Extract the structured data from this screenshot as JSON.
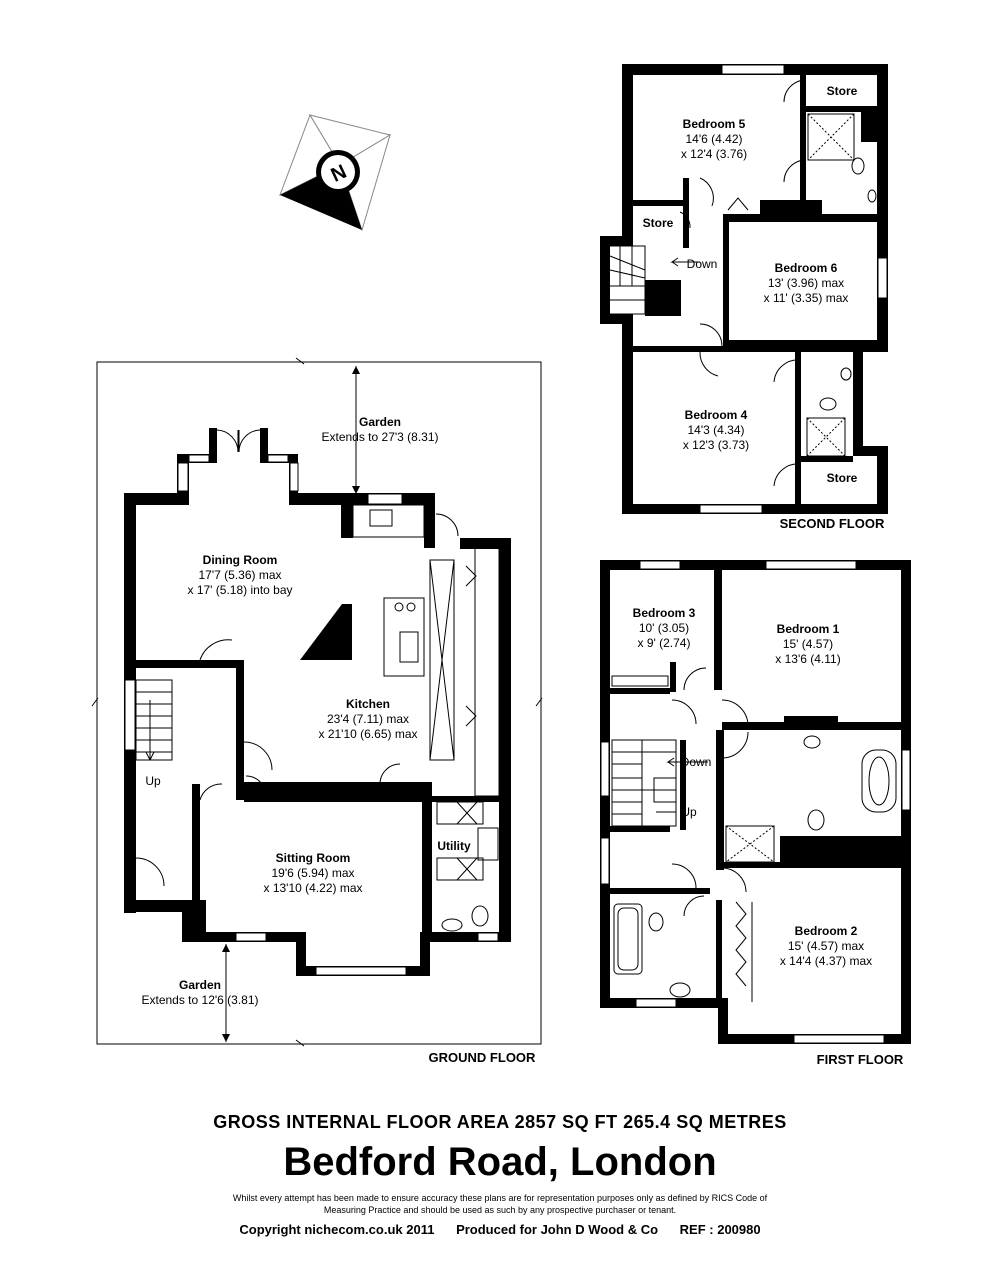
{
  "compass": {
    "icon": "north-compass-icon",
    "letter": "N"
  },
  "ground_floor": {
    "label": "GROUND FLOOR",
    "rooms": {
      "garden_rear": {
        "name": "Garden",
        "dims": [
          "Extends to 27'3 (8.31)"
        ]
      },
      "dining_room": {
        "name": "Dining Room",
        "dims": [
          "17'7 (5.36) max",
          "x 17' (5.18) into bay"
        ]
      },
      "kitchen": {
        "name": "Kitchen",
        "dims": [
          "23'4 (7.11) max",
          "x 21'10 (6.65) max"
        ]
      },
      "sitting_room": {
        "name": "Sitting Room",
        "dims": [
          "19'6 (5.94) max",
          "x 13'10 (4.22) max"
        ]
      },
      "utility": {
        "name": "Utility",
        "dims": []
      },
      "garden_front": {
        "name": "Garden",
        "dims": [
          "Extends to 12'6 (3.81)"
        ]
      }
    },
    "stairs_label": "Up"
  },
  "first_floor": {
    "label": "FIRST FLOOR",
    "rooms": {
      "bedroom_3": {
        "name": "Bedroom 3",
        "dims": [
          "10' (3.05)",
          "x 9' (2.74)"
        ]
      },
      "bedroom_1": {
        "name": "Bedroom 1",
        "dims": [
          "15' (4.57)",
          "x 13'6 (4.11)"
        ]
      },
      "bedroom_2": {
        "name": "Bedroom 2",
        "dims": [
          "15' (4.57) max",
          "x 14'4 (4.37) max"
        ]
      }
    },
    "stairs_down": "Down",
    "stairs_up": "Up"
  },
  "second_floor": {
    "label": "SECOND FLOOR",
    "rooms": {
      "bedroom_5": {
        "name": "Bedroom 5",
        "dims": [
          "14'6 (4.42)",
          "x 12'4 (3.76)"
        ]
      },
      "store_top": {
        "name": "Store",
        "dims": []
      },
      "store_left": {
        "name": "Store",
        "dims": []
      },
      "bedroom_6": {
        "name": "Bedroom 6",
        "dims": [
          "13' (3.96) max",
          "x 11' (3.35) max"
        ]
      },
      "bedroom_4": {
        "name": "Bedroom 4",
        "dims": [
          "14'3 (4.34)",
          "x 12'3 (3.73)"
        ]
      },
      "store_bottom": {
        "name": "Store",
        "dims": []
      }
    },
    "stairs_down": "Down"
  },
  "footer": {
    "area": "GROSS INTERNAL FLOOR AREA 2857 SQ FT 265.4 SQ METRES",
    "address": "Bedford Road, London",
    "disclaimer_line1": "Whilst every attempt has been made to ensure accuracy these plans are for representation purposes only as defined by RICS Code of",
    "disclaimer_line2": "Measuring Practice and should be used as such by any prospective purchaser or tenant.",
    "copyright": "Copyright nichecom.co.uk 2011",
    "produced_for": "Produced for John D Wood & Co",
    "ref": "REF :  200980"
  }
}
